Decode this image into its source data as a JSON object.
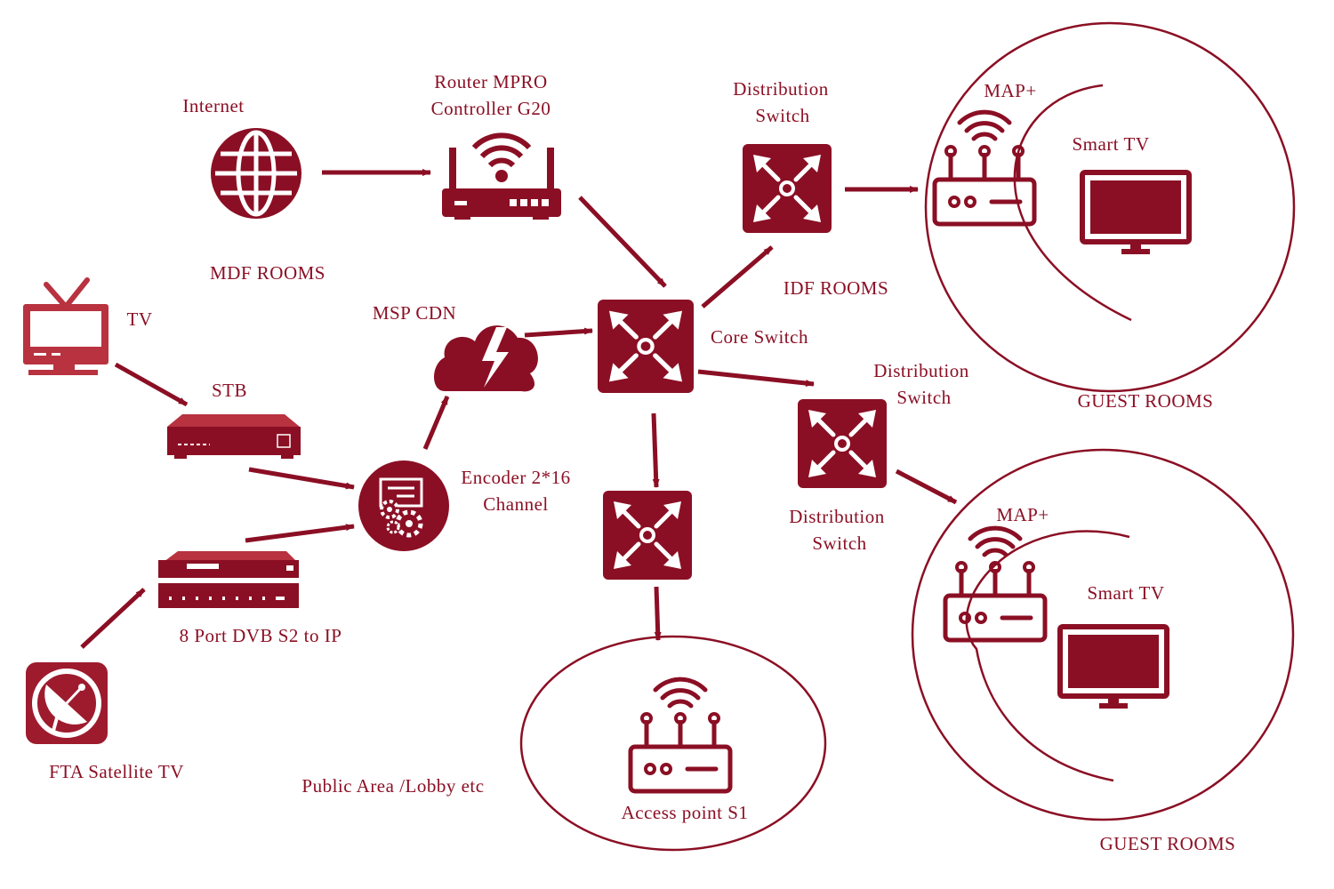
{
  "colors": {
    "primary": "#8b0f24",
    "light": "#b8323f",
    "device": "#9e1b2e",
    "white": "#ffffff"
  },
  "icons": {
    "internet": "globe-icon",
    "router": "wifi-router-icon",
    "switch": "network-switch-icon",
    "cloud": "lightning-cloud-icon",
    "encoder": "gears-encoder-icon",
    "tv": "retro-tv-icon",
    "stb": "set-top-box-icon",
    "dvb": "rack-unit-icon",
    "satellite": "satellite-dish-icon",
    "access_point": "access-point-icon",
    "monitor": "monitor-icon"
  },
  "labels": {
    "internet": "Internet",
    "router_line1": "Router MPRO",
    "router_line2": "Controller G20",
    "mdf_rooms": "MDF ROOMS",
    "dist_switch_top_line1": "Distribution",
    "dist_switch_top_line2": "Switch",
    "idf_rooms": "IDF ROOMS",
    "map_top": "MAP+",
    "smart_tv_top": "Smart TV",
    "guest_rooms_top": "GUEST ROOMS",
    "tv": "TV",
    "msp_cdn": "MSP CDN",
    "core_switch": "Core Switch",
    "stb": "STB",
    "dist_switch_right_line1": "Distribution",
    "dist_switch_right_line2": "Switch",
    "encoder_line1": "Encoder 2*16",
    "encoder_line2": "Channel",
    "dist_switch_lower_line1": "Distribution",
    "dist_switch_lower_line2": "Switch",
    "map_bottom": "MAP+",
    "smart_tv_bottom": "Smart TV",
    "dvb": "8 Port DVB S2 to IP",
    "fta": "FTA Satellite TV",
    "public_area": "Public Area /Lobby etc",
    "access_point": "Access point S1",
    "guest_rooms_bottom": "GUEST ROOMS"
  }
}
